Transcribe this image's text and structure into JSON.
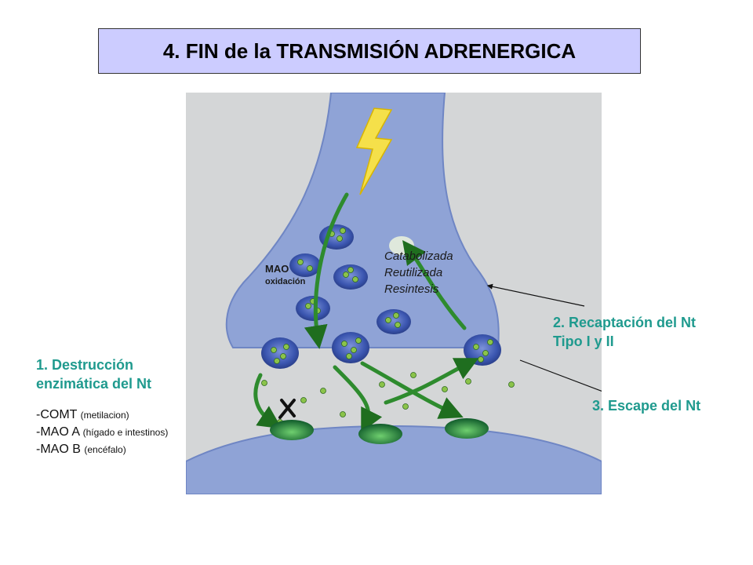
{
  "title": "4. FIN de la TRANSMISIÓN ADRENERGICA",
  "labels": {
    "mao": "MAO",
    "mao_sub": "oxidación",
    "fates": [
      "Catabolizada",
      "Reutilizada",
      "Resintesis"
    ],
    "recaptacion_1": "2. Recaptación del Nt",
    "recaptacion_2": "Tipo I y II",
    "escape": "3. Escape del Nt",
    "destruccion_1": "1. Destrucción",
    "destruccion_2": "enzimática del Nt",
    "comt": "-COMT",
    "comt_sub": "(metilacion)",
    "mao_a": "-MAO A",
    "mao_a_sub": "(hígado e intestinos)",
    "mao_b": "-MAO B",
    "mao_b_sub": "(encéfalo)"
  },
  "colors": {
    "title_bg": "#ccccff",
    "neuron": "#8fa3d6",
    "synaptic_gap": "#d4d6d7",
    "vesicle": "#3b56b0",
    "neurotransmitter": "#8bc34a",
    "arrow": "#2e8b2e",
    "bolt": "#f5e04a",
    "label_teal": "#1f9a8e"
  }
}
